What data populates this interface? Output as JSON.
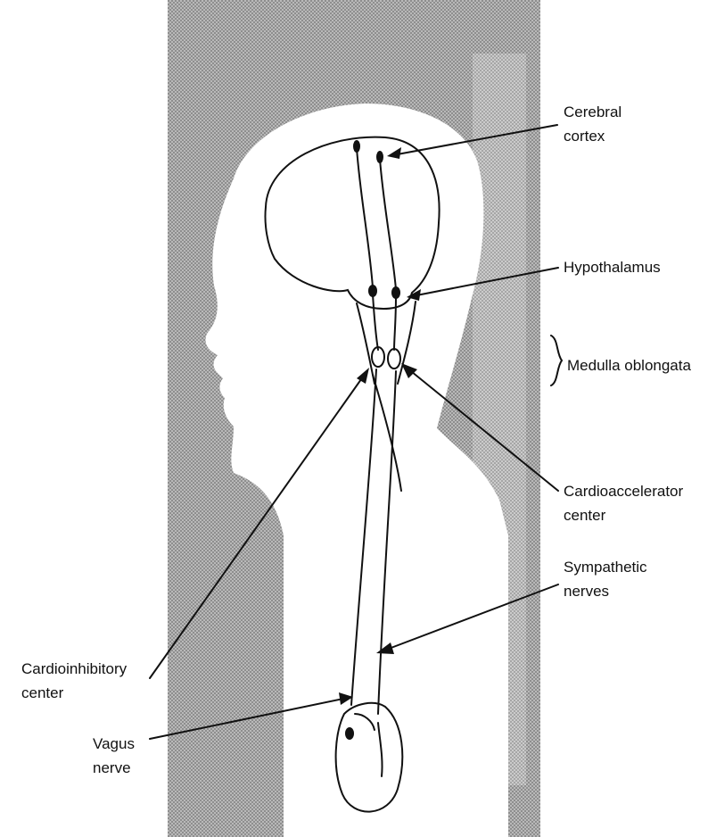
{
  "colors": {
    "background": "#ffffff",
    "stipple_dark": "#9a9a9a",
    "stipple_light": "#c4c4c4",
    "ink": "#111111"
  },
  "labels": {
    "cerebral_cortex": [
      "Cerebral",
      "cortex"
    ],
    "hypothalamus": "Hypothalamus",
    "medulla_oblongata": "Medulla oblongata",
    "cardioaccelerator_center": [
      "Cardioaccelerator",
      "center"
    ],
    "sympathetic_nerves": [
      "Sympathetic",
      "nerves"
    ],
    "cardioinhibitory_center": [
      "Cardioinhibitory",
      "center"
    ],
    "vagus_nerve": [
      "Vagus",
      "nerve"
    ]
  }
}
